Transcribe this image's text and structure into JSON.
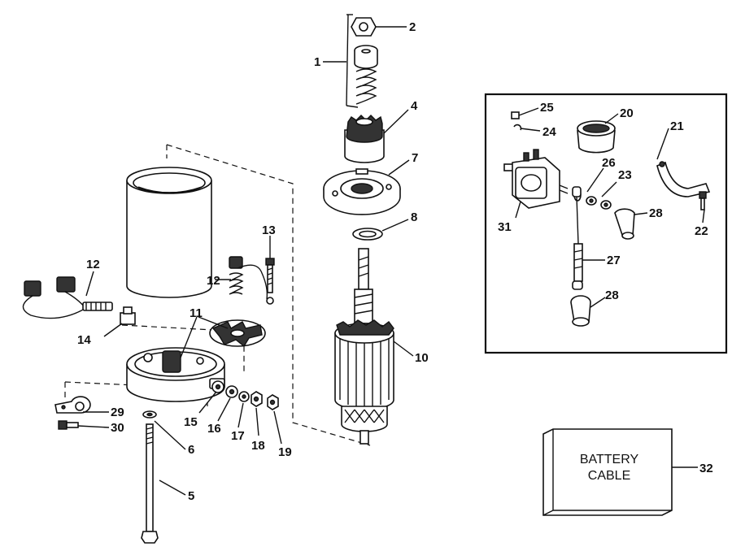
{
  "callouts": [
    {
      "id": "1",
      "label": "1"
    },
    {
      "id": "2",
      "label": "2"
    },
    {
      "id": "4",
      "label": "4"
    },
    {
      "id": "5",
      "label": "5"
    },
    {
      "id": "6",
      "label": "6"
    },
    {
      "id": "7",
      "label": "7"
    },
    {
      "id": "8",
      "label": "8"
    },
    {
      "id": "10",
      "label": "10"
    },
    {
      "id": "11",
      "label": "11"
    },
    {
      "id": "12a",
      "label": "12"
    },
    {
      "id": "12b",
      "label": "12"
    },
    {
      "id": "13",
      "label": "13"
    },
    {
      "id": "14",
      "label": "14"
    },
    {
      "id": "15",
      "label": "15"
    },
    {
      "id": "16",
      "label": "16"
    },
    {
      "id": "17",
      "label": "17"
    },
    {
      "id": "18",
      "label": "18"
    },
    {
      "id": "19",
      "label": "19"
    },
    {
      "id": "20",
      "label": "20"
    },
    {
      "id": "21",
      "label": "21"
    },
    {
      "id": "22",
      "label": "22"
    },
    {
      "id": "23",
      "label": "23"
    },
    {
      "id": "24",
      "label": "24"
    },
    {
      "id": "25",
      "label": "25"
    },
    {
      "id": "26",
      "label": "26"
    },
    {
      "id": "27",
      "label": "27"
    },
    {
      "id": "28a",
      "label": "28"
    },
    {
      "id": "28b",
      "label": "28"
    },
    {
      "id": "29",
      "label": "29"
    },
    {
      "id": "30",
      "label": "30"
    },
    {
      "id": "31",
      "label": "31"
    },
    {
      "id": "32",
      "label": "32"
    }
  ],
  "battery_cable": {
    "line1": "BATTERY",
    "line2": "CABLE"
  }
}
